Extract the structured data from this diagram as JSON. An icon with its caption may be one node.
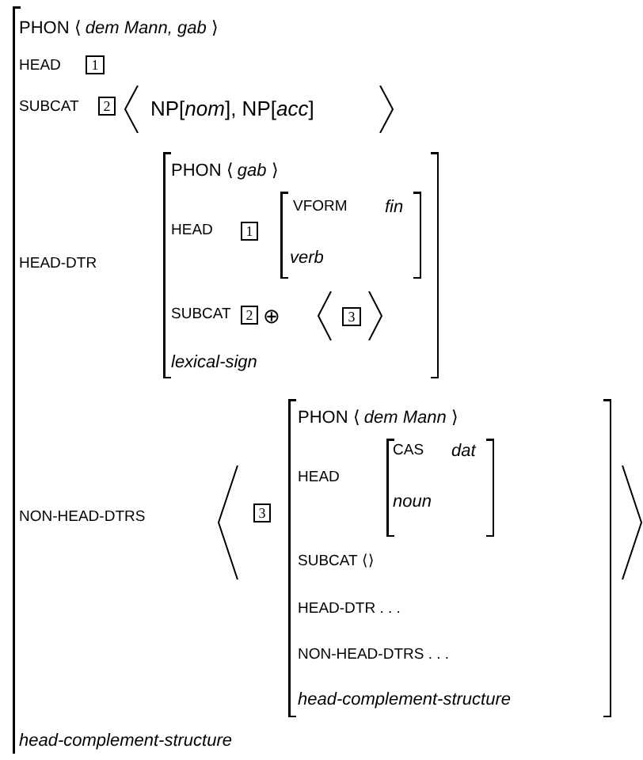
{
  "diagram": {
    "nodes": [
      {
        "text": [
          "PHON ⟨ *dem Mann, gab* ⟩",
          "HEAD",
          "SUBCAT",
          "NP[*nom*], NP[*acc*]",
          "HEAD-DTR",
          "NON-HEAD-DTRS",
          "head-complement-structure"
        ]
      },
      {
        "text": [
          "1"
        ],
        "in": 0
      },
      {
        "text": [
          "2"
        ],
        "in": 0
      },
      {
        "text": [
          "PHON ⟨ *gab* ⟩",
          "HEAD",
          "SUBCAT",
          "⊕",
          "lexical-sign"
        ],
        "in": 0
      },
      {
        "text": [
          "1"
        ],
        "in": 3
      },
      {
        "text": [
          "VFORM",
          "fin",
          "verb"
        ],
        "in": 3
      },
      {
        "text": [
          "2"
        ],
        "in": 3
      },
      {
        "text": [
          "3"
        ],
        "in": 3
      },
      {
        "text": [
          "3"
        ],
        "in": 0
      },
      {
        "text": [
          "PHON ⟨ *dem Mann* ⟩",
          "HEAD",
          "SUBCAT ⟨⟩",
          "HEAD-DTR . . .",
          "NON-HEAD-DTRS . . .",
          "head-complement-structure"
        ],
        "in": 0
      },
      {
        "text": [
          "CAS",
          "dat",
          "noun"
        ],
        "in": 9
      }
    ]
  }
}
